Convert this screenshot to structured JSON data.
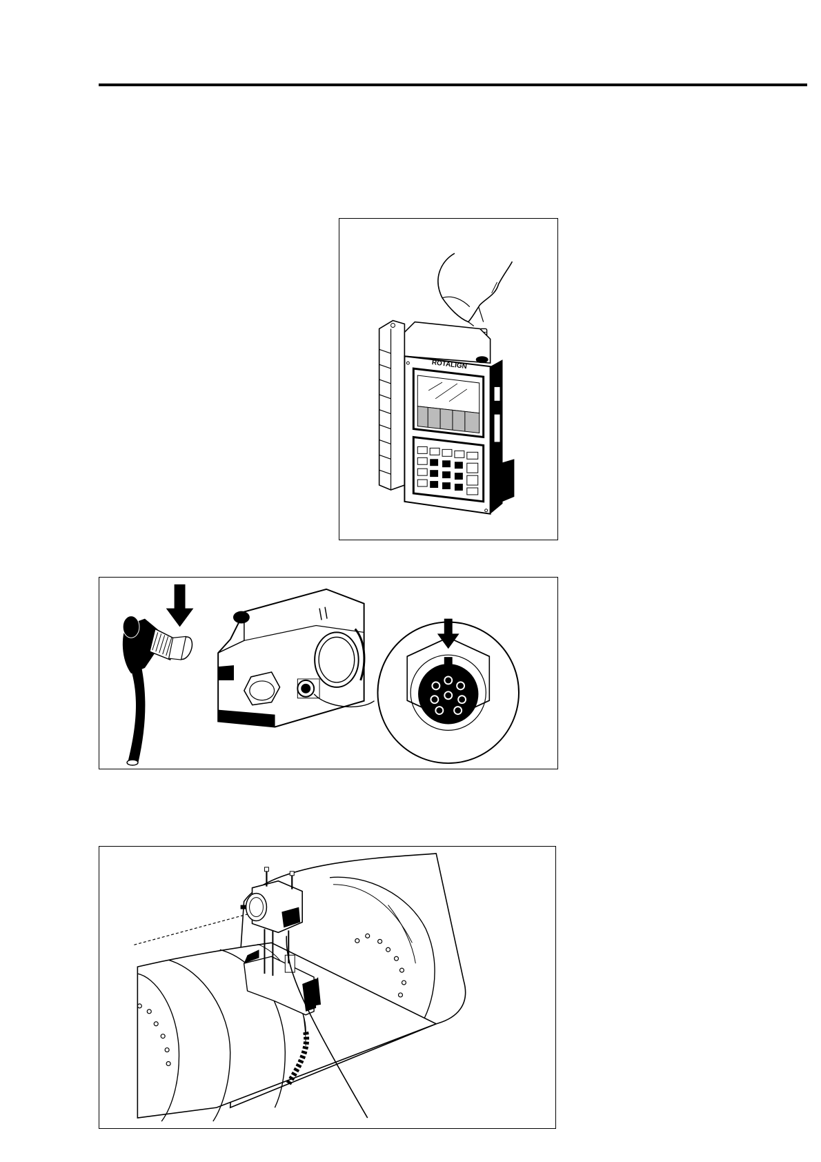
{
  "figures": [
    {
      "id": "fig-1",
      "device_brand": "ROTALIGN"
    },
    {
      "id": "fig-2"
    },
    {
      "id": "fig-3"
    }
  ]
}
